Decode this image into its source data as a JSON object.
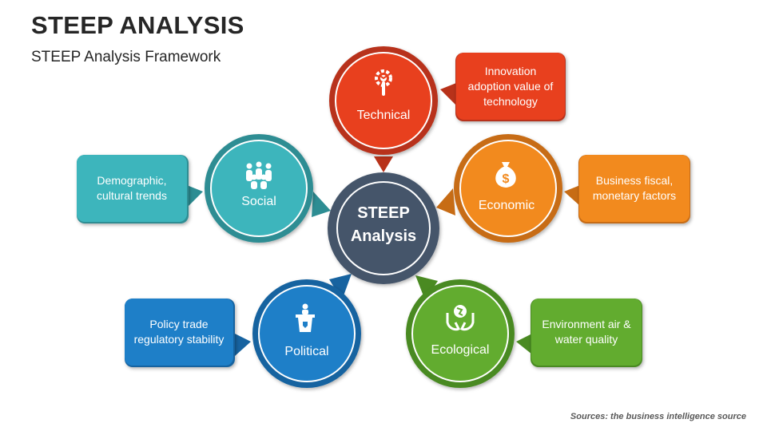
{
  "title": "STEEP ANALYSIS",
  "subtitle": "STEEP Analysis Framework",
  "center": {
    "line1": "STEEP",
    "line2": "Analysis",
    "color": "#44546A"
  },
  "factors": {
    "technical": {
      "label": "Technical",
      "text": "Innovation adoption value of technology",
      "color": "#E8401E",
      "icon": "gear-wrench-icon"
    },
    "economic": {
      "label": "Economic",
      "text": "Business fiscal, monetary factors",
      "color": "#F28A1E",
      "icon": "money-bag-icon"
    },
    "ecological": {
      "label": "Ecological",
      "text": "Environment air & water quality",
      "color": "#62AC2F",
      "icon": "globe-hands-icon"
    },
    "political": {
      "label": "Political",
      "text": "Policy trade regulatory stability",
      "color": "#1E7FC8",
      "icon": "podium-icon"
    },
    "social": {
      "label": "Social",
      "text": "Demographic, cultural trends",
      "color": "#3DB5BC",
      "icon": "people-group-icon"
    }
  },
  "source": "Sources: the business intelligence source"
}
